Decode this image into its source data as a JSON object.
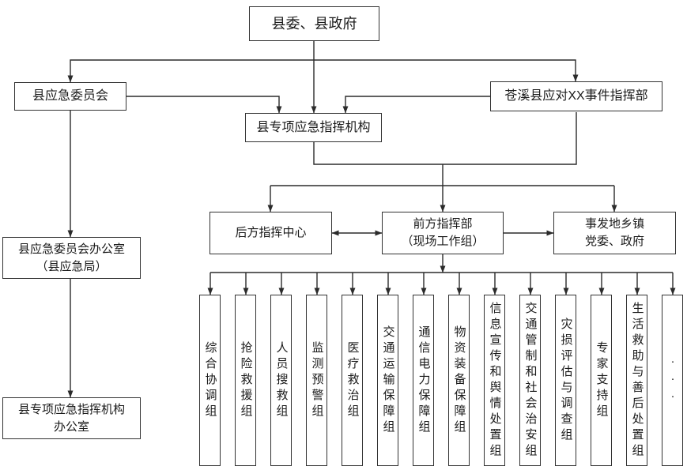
{
  "colors": {
    "background": "#ffffff",
    "line": "#2b2b2b",
    "box_border": "#333333",
    "text": "#1a1a1a"
  },
  "nodes": {
    "county_gov": "县委、县政府",
    "emergency_committee": "县应急委员会",
    "cangxi_hq": "苍溪县应对XX事件指挥部",
    "special_command": "县专项应急指挥机构",
    "committee_office": [
      "县应急委员会办公室",
      "（县应急局）"
    ],
    "special_office": [
      "县专项应急指挥机构",
      "办公室"
    ],
    "rear_center": "后方指挥中心",
    "front_hq": [
      "前方指挥部",
      "（现场工作组）"
    ],
    "township": [
      "事发地乡镇",
      "党委、政府"
    ]
  },
  "groups": [
    "综合协调组",
    "抢险救援组",
    "人员搜救组",
    "监测预警组",
    "医疗救治组",
    "交通运输保障组",
    "通信电力保障组",
    "物资装备保障组",
    "信息宣传和舆情处置组",
    "交通管制和社会治安组",
    "灾损评估与调查组",
    "专家支持组",
    "生活救助与善后处置组",
    "···"
  ]
}
